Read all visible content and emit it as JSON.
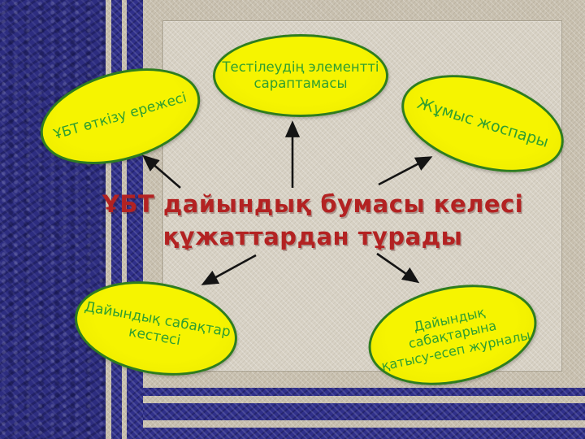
{
  "diagram": {
    "title_lines": [
      "ҰБТ дайындық бумасы келесі",
      "құжаттардан тұрады"
    ],
    "nodes": [
      {
        "name": "ubt-rules",
        "lines": [
          "ҰБТ өткізу ережесі"
        ]
      },
      {
        "name": "test-element-analysis",
        "lines": [
          "Тестілеудің элементті",
          "сараптамасы"
        ]
      },
      {
        "name": "work-plan",
        "lines": [
          "Жұмыс жоспары"
        ]
      },
      {
        "name": "prep-lessons-schedule",
        "lines": [
          "Дайындық сабақтар",
          "кестесі"
        ]
      },
      {
        "name": "prep-lessons-journal",
        "lines": [
          "Дайындық сабақтарына",
          "қатысу-есеп журналы"
        ]
      }
    ],
    "colors": {
      "title_red": "#b32222",
      "node_fill_yellow": "#f2ef00",
      "node_border_green": "#2e7d1f",
      "node_text_green": "#2f9f30",
      "frame_blue": "#2d2d80",
      "outer_beige": "#c8c0af",
      "panel_beige": "#d8d2c5",
      "arrow_black": "#141414"
    }
  }
}
